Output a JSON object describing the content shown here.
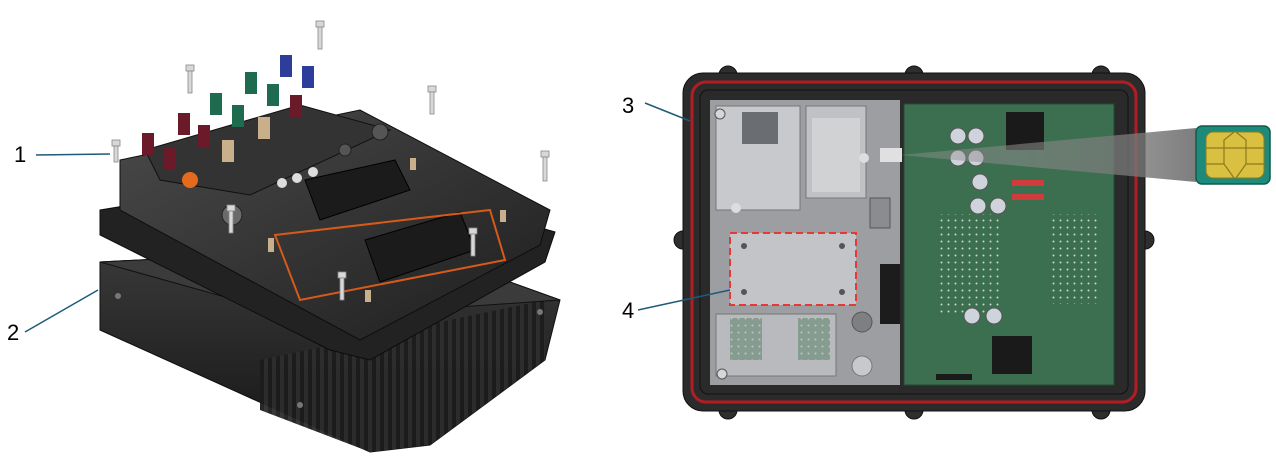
{
  "callouts": [
    {
      "label": "1"
    },
    {
      "label": "2"
    },
    {
      "label": "3"
    },
    {
      "label": "4"
    }
  ],
  "colors": {
    "leader_line": "#1f5a78",
    "housing_dark": "#2b2b2b",
    "gasket_red": "#b01e24",
    "pcb_green": "#3c6f4f",
    "sim_teal": "#1e8a7a",
    "sim_gold": "#d9c040",
    "highlight_dashed": "#e53935"
  },
  "connector_colors": [
    "#6b1a2a",
    "#1f6b4f",
    "#2c3e9a",
    "#c9b08a"
  ]
}
